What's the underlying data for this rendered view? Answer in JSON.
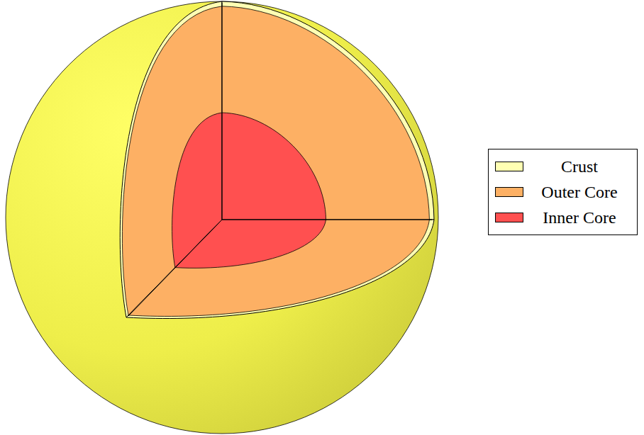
{
  "diagram": {
    "legend": [
      {
        "text": "Crust",
        "color": "#ffffb3"
      },
      {
        "text": "Outer Core",
        "color": "#fdb064"
      },
      {
        "text": "Inner Core",
        "color": "#ff5050"
      }
    ]
  }
}
